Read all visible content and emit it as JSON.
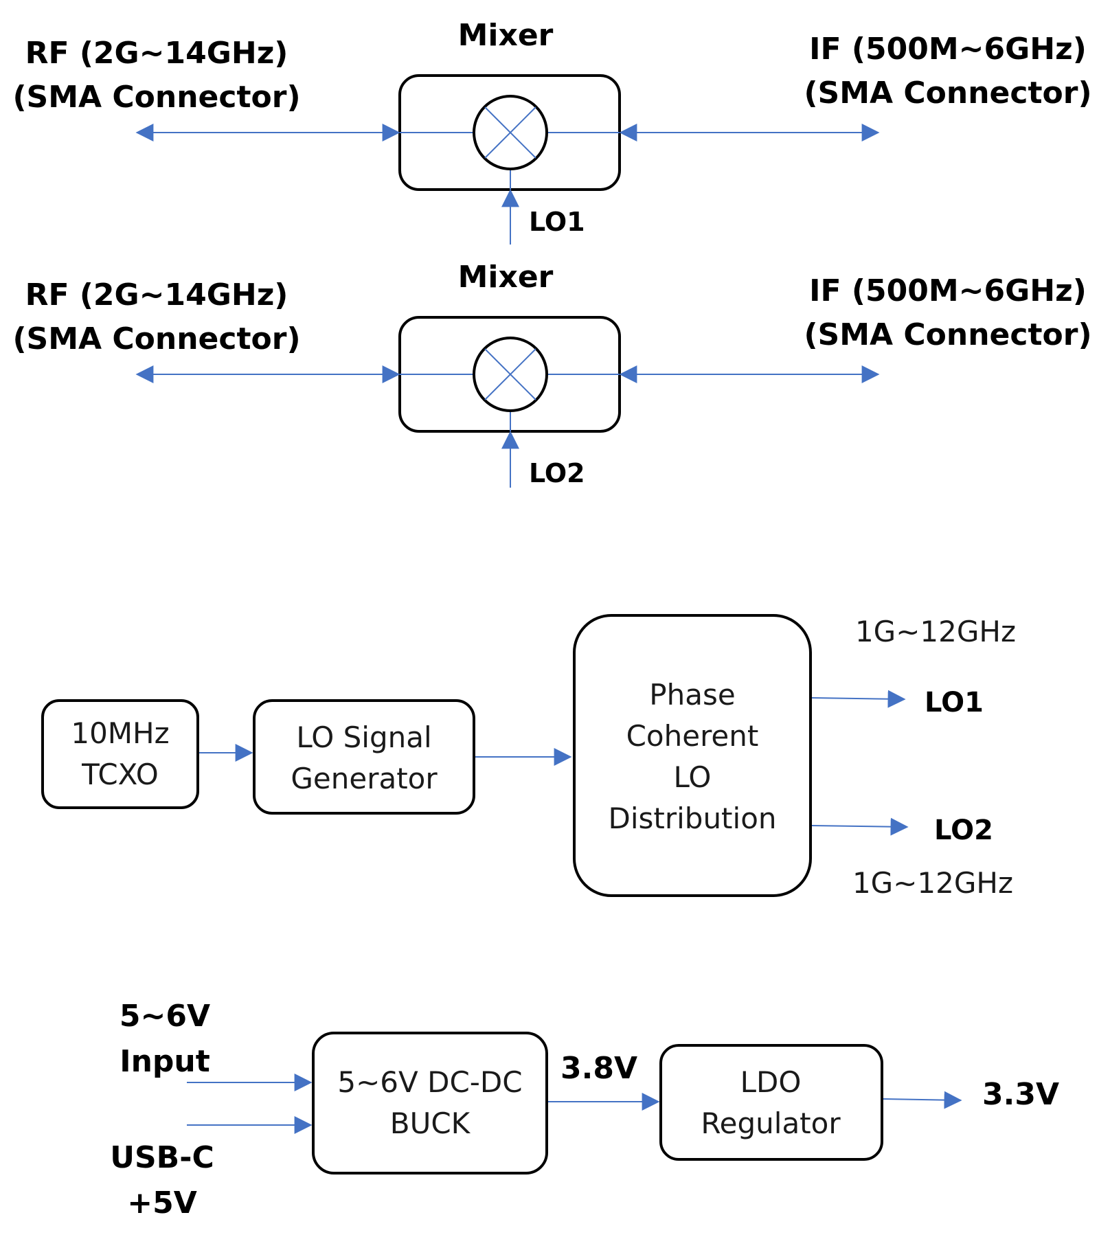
{
  "colors": {
    "wire": "#4472c4",
    "outline": "#000000",
    "background": "#ffffff"
  },
  "mixer1": {
    "title": "Mixer",
    "rf_line1": "RF (2G~14GHz)",
    "rf_line2": "(SMA Connector)",
    "if_line1": "IF (500M~6GHz)",
    "if_line2": "(SMA Connector)",
    "lo_label": "LO1"
  },
  "mixer2": {
    "title": "Mixer",
    "rf_line1": "RF (2G~14GHz)",
    "rf_line2": "(SMA Connector)",
    "if_line1": "IF (500M~6GHz)",
    "if_line2": "(SMA Connector)",
    "lo_label": "LO2"
  },
  "lo_chain": {
    "tcxo": [
      "10MHz",
      "TCXO"
    ],
    "generator": [
      "LO Signal",
      "Generator"
    ],
    "distribution": [
      "Phase",
      "Coherent",
      "LO",
      "Distribution"
    ],
    "out1_freq": "1G~12GHz",
    "out1_label": "LO1",
    "out2_label": "LO2",
    "out2_freq": "1G~12GHz"
  },
  "power": {
    "input_line1": "5~6V",
    "input_line2": "Input",
    "usb_line1": "USB-C",
    "usb_line2": "+5V",
    "buck": [
      "5~6V DC-DC",
      "BUCK"
    ],
    "mid_voltage": "3.8V",
    "ldo": [
      "LDO",
      "Regulator"
    ],
    "out_voltage": "3.3V"
  }
}
